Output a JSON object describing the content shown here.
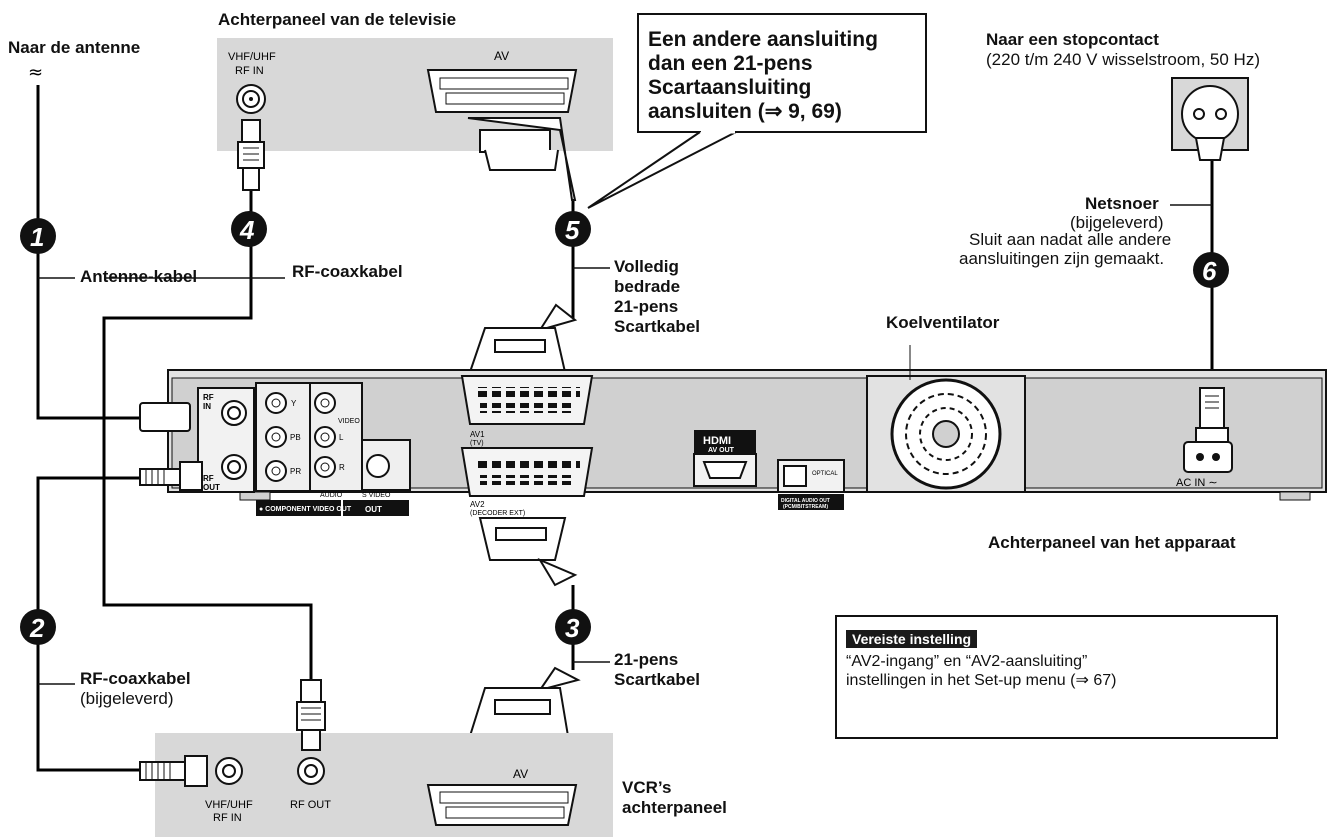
{
  "labels": {
    "antenna_to": "Naar de antenne",
    "tv_panel": "Achterpaneel van de televisie",
    "socket_title": "Naar een stopcontact",
    "socket_spec": "(220 t/m 240 V wisselstroom, 50 Hz)",
    "antenna_cable": "Antenne-kabel",
    "rf_coax_1": "RF-coaxkabel",
    "full_scart_1": "Volledig",
    "full_scart_2": "bedrade",
    "full_scart_3": "21-pens",
    "full_scart_4": "Scartkabel",
    "power_cord": "Netsnoer",
    "supplied": "(bijgeleverd)",
    "connect_after_1": "Sluit aan nadat alle andere",
    "connect_after_2": "aansluitingen zijn gemaakt.",
    "cooling_fan": "Koelventilator",
    "unit_panel": "Achterpaneel van het apparaat",
    "rf_coax_2": "RF-coaxkabel",
    "supplied_2": "(bijgeleverd)",
    "scart_21_1": "21-pens",
    "scart_21_2": "Scartkabel",
    "vcr_panel_1": "VCR’s",
    "vcr_panel_2": "achterpaneel"
  },
  "callout": {
    "line1": "Een andere aansluiting",
    "line2": "dan een 21-pens",
    "line3": "Scartaansluiting",
    "line4": "aansluiten (⇒ 9, 69)"
  },
  "setup": {
    "title": "Vereiste instelling",
    "line1": "“AV2-ingang” en “AV2-aansluiting”",
    "line2": "instellingen in het Set-up menu (⇒ 67)"
  },
  "steps": [
    "1",
    "2",
    "3",
    "4",
    "5",
    "6"
  ],
  "panel_text": {
    "tv_rf_in_1": "VHF/UHF",
    "tv_rf_in_2": "RF IN",
    "tv_av": "AV",
    "vcr_rf_in_1": "VHF/UHF",
    "vcr_rf_in_2": "RF IN",
    "vcr_rf_out": "RF OUT",
    "vcr_av": "AV",
    "rf_in": "RF IN",
    "rf_out": "RF OUT",
    "y": "Y",
    "pb": "PB",
    "pr": "PR",
    "video": "VIDEO",
    "l": "L",
    "r": "R",
    "audio": "AUDIO",
    "svideo": "S VIDEO",
    "component": "● COMPONENT VIDEO OUT",
    "out": "OUT",
    "av1": "AV1",
    "av1_sub": "(TV)",
    "av2": "AV2",
    "av2_sub": "(DECODER EXT)",
    "hdmi": "HDMI",
    "av_out": "AV OUT",
    "optical": "OPTICAL",
    "digital_audio": "DIGITAL AUDIO OUT",
    "digital_audio_sub": "(PCM/BITSTREAM)",
    "ac_in": "AC IN ∼"
  },
  "colors": {
    "panel_gray": "#d8d8d8",
    "unit_body": "#cfcfcf",
    "cable": "#000000"
  }
}
